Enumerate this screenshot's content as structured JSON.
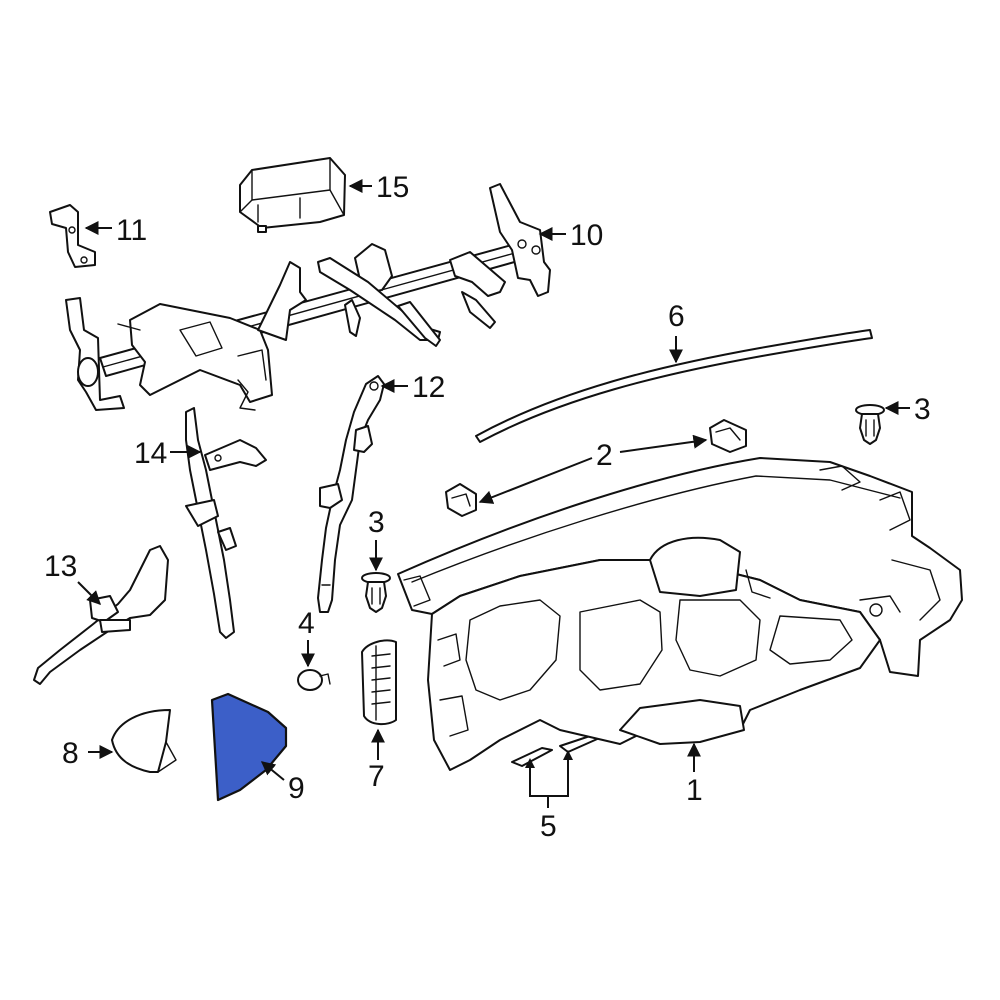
{
  "diagram": {
    "highlight_color": "#3c5fc8",
    "callouts": [
      {
        "id": "c1",
        "text": "1"
      },
      {
        "id": "c2",
        "text": "2"
      },
      {
        "id": "c3a",
        "text": "3"
      },
      {
        "id": "c3b",
        "text": "3"
      },
      {
        "id": "c4",
        "text": "4"
      },
      {
        "id": "c5",
        "text": "5"
      },
      {
        "id": "c6",
        "text": "6"
      },
      {
        "id": "c7",
        "text": "7"
      },
      {
        "id": "c8",
        "text": "8"
      },
      {
        "id": "c9",
        "text": "9"
      },
      {
        "id": "c10",
        "text": "10"
      },
      {
        "id": "c11",
        "text": "11"
      },
      {
        "id": "c12",
        "text": "12"
      },
      {
        "id": "c13",
        "text": "13"
      },
      {
        "id": "c14",
        "text": "14"
      },
      {
        "id": "c15",
        "text": "15"
      }
    ]
  }
}
